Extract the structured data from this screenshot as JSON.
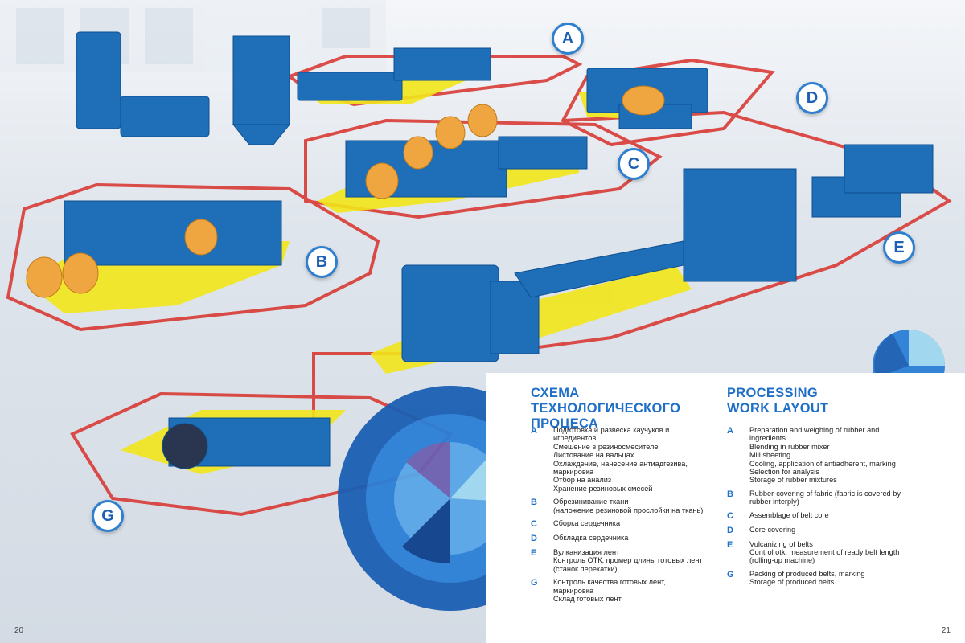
{
  "zones": [
    {
      "letter": "A"
    },
    {
      "letter": "B"
    },
    {
      "letter": "C"
    },
    {
      "letter": "D"
    },
    {
      "letter": "E"
    },
    {
      "letter": "G"
    }
  ],
  "panel": {
    "title_ru_line1": "СХЕМА ТЕХНОЛОГИЧЕСКОГО",
    "title_ru_line2": "ПРОЦЕСА",
    "title_en_line1": "PROCESSING",
    "title_en_line2": "WORK LAYOUT",
    "ru": [
      {
        "letter": "A",
        "lines": [
          "Подготовка и развеска каучуков и",
          "игредиентов",
          "Смешение  в резиносмесителе",
          "Листование на вальцах",
          "Охлаждение, нанесение антиадгезива,",
          "маркировка",
          "Отбор на анализ",
          "Хранение резиновых смесей"
        ]
      },
      {
        "letter": "B",
        "lines": [
          "Обрезинивание ткани",
          "(наложение резиновой прослойки на ткань)"
        ]
      },
      {
        "letter": "C",
        "lines": [
          "Сборка сердечника"
        ]
      },
      {
        "letter": "D",
        "lines": [
          "Обкладка сердечника"
        ]
      },
      {
        "letter": "E",
        "lines": [
          "Вулканизация лент",
          "Контроль ОТК, промер длины готовых лент",
          "(станок перекатки)"
        ]
      },
      {
        "letter": "G",
        "lines": [
          "Контроль качества готовых лент,",
          "маркировка",
          "Склад готовых лент"
        ]
      }
    ],
    "en": [
      {
        "letter": "A",
        "lines": [
          "Preparation and weighing of rubber and",
          "ingredients",
          "Blending in rubber mixer",
          "Mill sheeting",
          "Cooling, application of antiadherent, marking",
          "Selection for analysis",
          "Storage of rubber mixtures"
        ]
      },
      {
        "letter": "B",
        "lines": [
          "Rubber-covering of fabric (fabric is covered by",
          "rubber interply)"
        ]
      },
      {
        "letter": "C",
        "lines": [
          "Assemblage of belt core"
        ]
      },
      {
        "letter": "D",
        "lines": [
          "Core covering"
        ]
      },
      {
        "letter": "E",
        "lines": [
          "Vulcanizing of belts",
          "Control otk, measurement of ready belt length",
          "(rolling-up machine)"
        ]
      },
      {
        "letter": "G",
        "lines": [
          "Packing of produced belts, marking",
          "Storage of produced belts"
        ]
      }
    ]
  },
  "pages": {
    "left": "20",
    "right": "21"
  },
  "colors": {
    "accent": "#1f6fc7",
    "route": "#d8302a",
    "zone_floor": "#f2e619",
    "machinery": "#1f6fb8",
    "fabric_roll": "#f0a640"
  }
}
